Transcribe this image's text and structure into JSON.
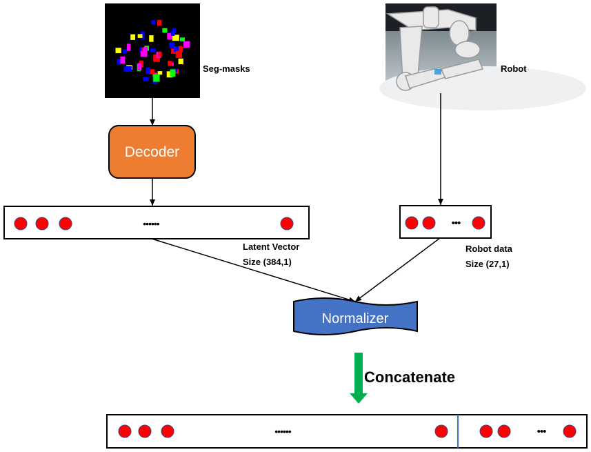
{
  "labels": {
    "seg_masks": "Seg-masks",
    "robot": "Robot",
    "decoder": "Decoder",
    "latent_vector_line1": "Latent Vector",
    "latent_vector_line2": "Size (384,1)",
    "robot_data_line1": "Robot data",
    "robot_data_line2": "Size (27,1)",
    "normalizer": "Normalizer",
    "concatenate": "Concatenate",
    "ellipsis_long": "••••••",
    "ellipsis_short": "•••"
  },
  "images": {
    "seg_masks": "segmentation-mask-image",
    "robot": "robot-arm-photo"
  },
  "colors": {
    "decoder_fill": "#ED7D31",
    "decoder_stroke": "#000000",
    "normalizer_fill": "#4472C4",
    "normalizer_stroke": "#000000",
    "dot_fill": "#FF0000",
    "dot_stroke": "#2E4C8C",
    "concat_arrow": "#00B050",
    "divider": "#4472C4",
    "mask_bg": "#000000",
    "mask_blobs": [
      "#FF0000",
      "#00FF00",
      "#0000FF",
      "#FF00FF",
      "#FFFF00"
    ]
  }
}
